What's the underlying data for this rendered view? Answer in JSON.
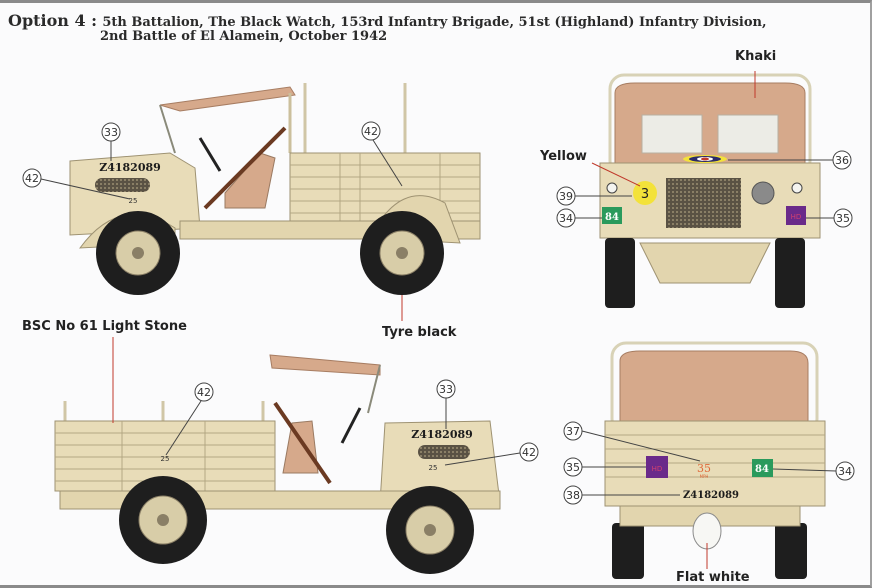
{
  "header": {
    "option_label": "Option 4 :",
    "title_line1": "5th Battalion, The Black Watch, 153rd Infantry Brigade, 51st (Highland) Infantry Division,",
    "title_line2": "2nd Battle of El Alamein, October 1942"
  },
  "colors": {
    "body": "#e8dcb8",
    "canvas": "#d6a98b",
    "tyre": "#1e1e1e",
    "leader": "#c0392b",
    "yellow_disc": "#f3e23a",
    "green_plate": "#2a9a5c",
    "purple_plate": "#6a2a8a",
    "rifle": "#6b3a22"
  },
  "paint_labels": {
    "khaki": "Khaki",
    "yellow": "Yellow",
    "light_stone": "BSC No 61 Light Stone",
    "tyre_black": "Tyre black",
    "flat_white": "Flat white"
  },
  "markings": {
    "registration": "Z4182089",
    "load_class": "25",
    "bridge_class": "3",
    "unit_serial": "84",
    "division_sign": "HD",
    "rear_number": "35",
    "rear_number_sub": "MPH"
  },
  "callouts": {
    "top_side": [
      "33",
      "42",
      "42"
    ],
    "front": [
      "36",
      "39",
      "34",
      "35"
    ],
    "bottom_side": [
      "42",
      "33",
      "42"
    ],
    "rear": [
      "37",
      "35",
      "38",
      "34"
    ]
  }
}
